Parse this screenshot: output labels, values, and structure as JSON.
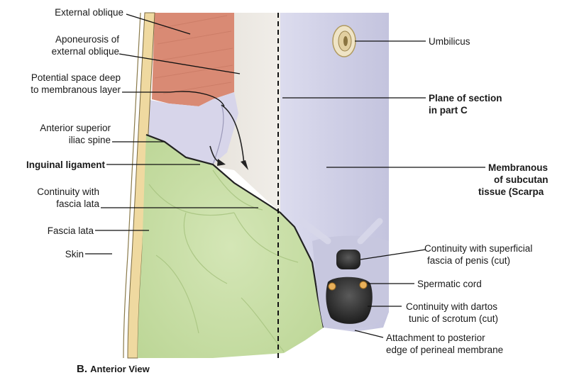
{
  "labels": {
    "external_oblique": "External oblique",
    "aponeurosis_1": "Aponeurosis of",
    "aponeurosis_2": "external oblique",
    "potential_space_1": "Potential space deep",
    "potential_space_2": "to membranous layer",
    "asis_1": "Anterior superior",
    "asis_2": "iliac spine",
    "inguinal_ligament": "Inguinal ligament",
    "continuity_fascia_lata_1": "Continuity with",
    "continuity_fascia_lata_2": "fascia lata",
    "fascia_lata": "Fascia lata",
    "skin": "Skin",
    "umbilicus": "Umbilicus",
    "plane_1": "Plane of section",
    "plane_2": "in part C",
    "membranous_1": "Membranous",
    "membranous_2": "of subcutan",
    "membranous_3": "tissue (Scarpa",
    "penis_1": "Continuity with superficial",
    "penis_2": "fascia of penis (cut)",
    "spermatic_cord": "Spermatic cord",
    "dartos_1": "Continuity with dartos",
    "dartos_2": "tunic of scrotum (cut)",
    "attachment_1": "Attachment to posterior",
    "attachment_2": "edge of perineal membrane"
  },
  "caption": {
    "letter": "B.",
    "text": "Anterior View"
  },
  "colors": {
    "muscle": "#d98a74",
    "aponeurosis": "#ece8e2",
    "membranous_layer": "#c9c9e2",
    "fascia_lata": "#c9dfa8",
    "skin_band": "#efd9a0",
    "leader_lines": "#111111"
  }
}
